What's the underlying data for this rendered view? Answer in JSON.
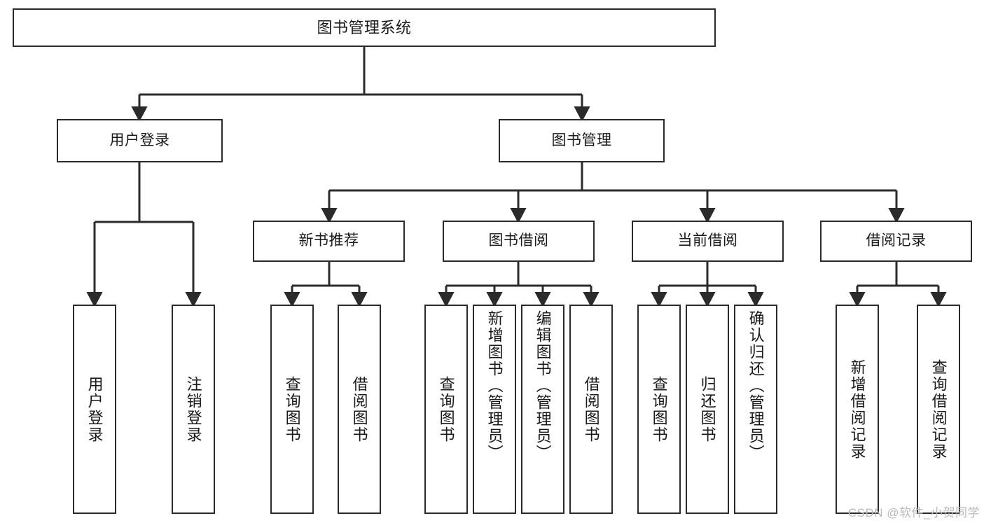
{
  "diagram": {
    "type": "tree-hierarchy-chart",
    "title": "图书管理系统",
    "line_color": "#2b2b2b",
    "box_fill": "#ffffff",
    "text_color": "#1a1a1a",
    "levels": {
      "root": {
        "label": "图书管理系统"
      },
      "level2": [
        {
          "label": "用户登录"
        },
        {
          "label": "图书管理"
        }
      ],
      "level3": [
        {
          "label": "新书推荐"
        },
        {
          "label": "图书借阅"
        },
        {
          "label": "当前借阅"
        },
        {
          "label": "借阅记录"
        }
      ],
      "leaves": {
        "user_login": [
          {
            "label": "用户登录"
          },
          {
            "label": "注销登录"
          }
        ],
        "new_book_recommend": [
          {
            "label": "查询图书"
          },
          {
            "label": "借阅图书"
          }
        ],
        "book_borrow": [
          {
            "label": "查询图书"
          },
          {
            "label": "新增图书（管理员）"
          },
          {
            "label": "编辑图书（管理员）"
          },
          {
            "label": "借阅图书"
          }
        ],
        "current_borrow": [
          {
            "label": "查询图书"
          },
          {
            "label": "归还图书"
          },
          {
            "label": "确认归还（管理员）"
          }
        ],
        "borrow_record": [
          {
            "label": "新增借阅记录"
          },
          {
            "label": "查询借阅记录"
          }
        ]
      }
    }
  },
  "watermark": {
    "text": "CSDN @软件_小贺同学"
  }
}
